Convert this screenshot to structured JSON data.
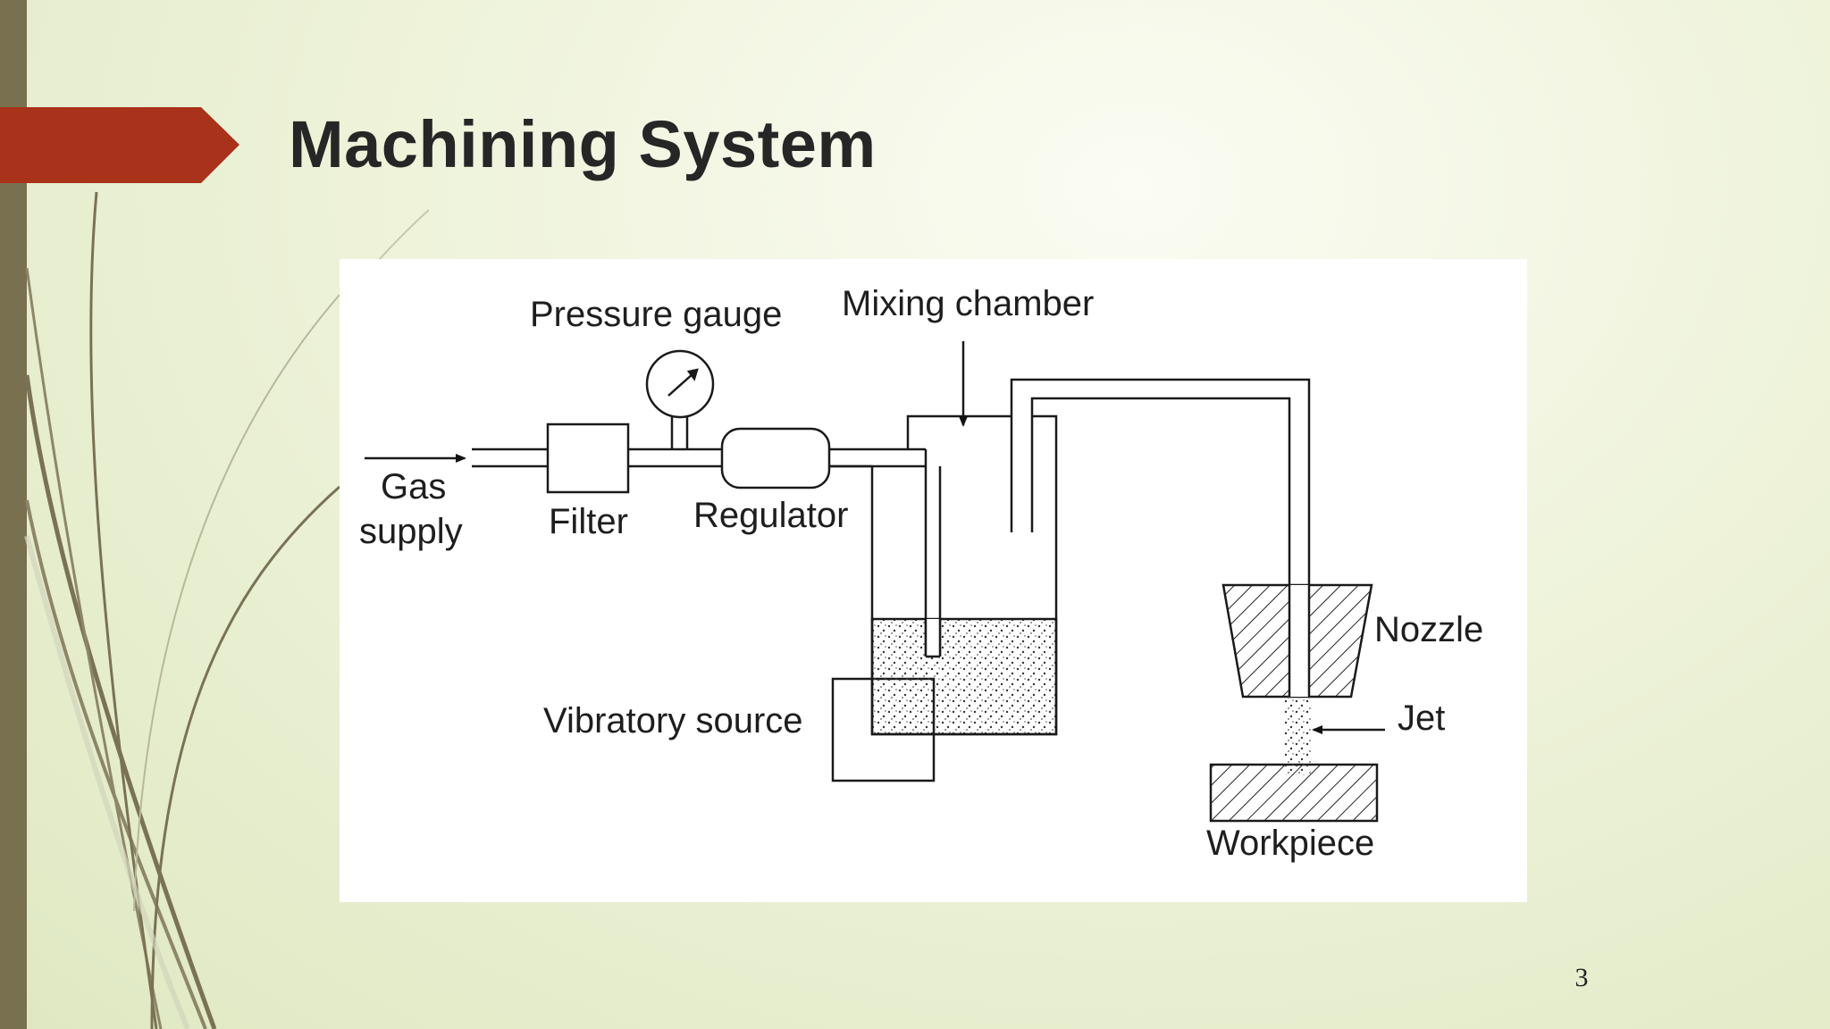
{
  "slide": {
    "title": "Machining System",
    "page_number": "3",
    "accent_color": "#a8321a",
    "sidebar_color": "#79704f"
  },
  "diagram": {
    "labels": {
      "pressure_gauge": "Pressure gauge",
      "mixing_chamber": "Mixing chamber",
      "gas": "Gas",
      "supply": "supply",
      "filter": "Filter",
      "regulator": "Regulator",
      "nozzle": "Nozzle",
      "jet": "Jet",
      "vibratory_source": "Vibratory source",
      "workpiece": "Workpiece"
    }
  }
}
